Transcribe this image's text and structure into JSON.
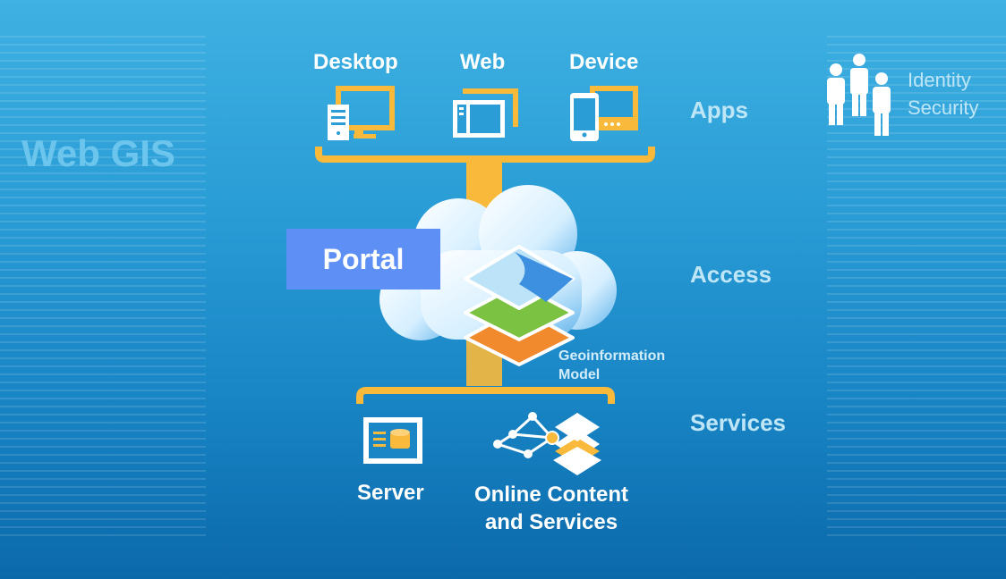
{
  "title": "Web GIS",
  "apps": {
    "desktop": "Desktop",
    "web": "Web",
    "device": "Device"
  },
  "tiers": {
    "apps": "Apps",
    "access": "Access",
    "services": "Services"
  },
  "identity": {
    "line1": "Identity",
    "line2": "Security"
  },
  "portal": "Portal",
  "geoinfo": {
    "line1": "Geoinformation",
    "line2": "Model"
  },
  "services": {
    "server": "Server",
    "online_line1": "Online Content",
    "online_line2": "and Services"
  },
  "colors": {
    "accent": "#f9b93a",
    "portal": "#5d8ff4"
  }
}
